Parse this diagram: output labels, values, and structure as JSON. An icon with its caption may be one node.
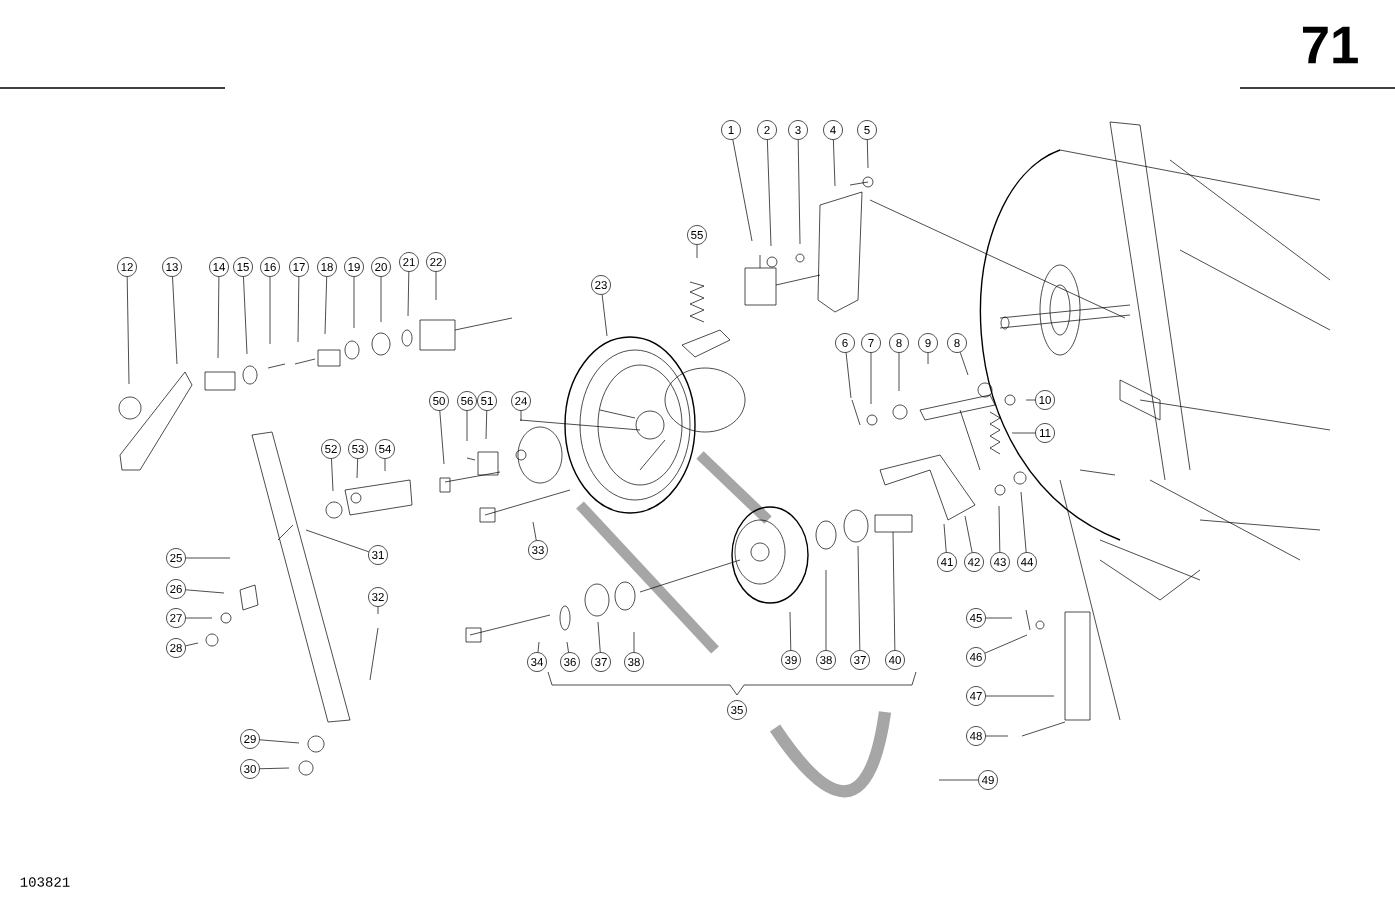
{
  "diagram": {
    "nodes": [
      {
        "text": [
          "1"
        ]
      },
      {
        "text": [
          "2"
        ]
      },
      {
        "text": [
          "3"
        ]
      },
      {
        "text": [
          "4"
        ]
      },
      {
        "text": [
          "5"
        ]
      },
      {
        "text": [
          "12"
        ]
      },
      {
        "text": [
          "13"
        ]
      },
      {
        "text": [
          "14"
        ]
      },
      {
        "text": [
          "15"
        ]
      },
      {
        "text": [
          "16"
        ]
      },
      {
        "text": [
          "17"
        ]
      },
      {
        "text": [
          "18"
        ]
      },
      {
        "text": [
          "19"
        ]
      },
      {
        "text": [
          "20"
        ]
      },
      {
        "text": [
          "21"
        ]
      },
      {
        "text": [
          "22"
        ]
      },
      {
        "text": [
          "55"
        ]
      },
      {
        "text": [
          "23"
        ]
      },
      {
        "text": [
          "6"
        ]
      },
      {
        "text": [
          "7"
        ]
      },
      {
        "text": [
          "8"
        ]
      },
      {
        "text": [
          "9"
        ]
      },
      {
        "text": [
          "8"
        ]
      },
      {
        "text": [
          "10"
        ]
      },
      {
        "text": [
          "11"
        ]
      },
      {
        "text": [
          "50"
        ]
      },
      {
        "text": [
          "56"
        ]
      },
      {
        "text": [
          "51"
        ]
      },
      {
        "text": [
          "24"
        ]
      },
      {
        "text": [
          "52"
        ]
      },
      {
        "text": [
          "53"
        ]
      },
      {
        "text": [
          "54"
        ]
      },
      {
        "text": [
          "33"
        ]
      },
      {
        "text": [
          "25"
        ]
      },
      {
        "text": [
          "31"
        ]
      },
      {
        "text": [
          "26"
        ]
      },
      {
        "text": [
          "27"
        ]
      },
      {
        "text": [
          "28"
        ]
      },
      {
        "text": [
          "32"
        ]
      },
      {
        "text": [
          "41"
        ]
      },
      {
        "text": [
          "42"
        ]
      },
      {
        "text": [
          "43"
        ]
      },
      {
        "text": [
          "44"
        ]
      },
      {
        "text": [
          "45"
        ]
      },
      {
        "text": [
          "46"
        ]
      },
      {
        "text": [
          "34"
        ]
      },
      {
        "text": [
          "36"
        ]
      },
      {
        "text": [
          "37"
        ]
      },
      {
        "text": [
          "38"
        ]
      },
      {
        "text": [
          "39"
        ]
      },
      {
        "text": [
          "38"
        ]
      },
      {
        "text": [
          "37"
        ]
      },
      {
        "text": [
          "40"
        ]
      },
      {
        "text": [
          "47"
        ]
      },
      {
        "text": [
          "35"
        ]
      },
      {
        "text": [
          "48"
        ]
      },
      {
        "text": [
          "29"
        ]
      },
      {
        "text": [
          "30"
        ]
      },
      {
        "text": [
          "49"
        ]
      }
    ],
    "edges": [
      {
        "from": 0,
        "to": null,
        "arrow": "none"
      },
      {
        "from": 1,
        "to": null,
        "arrow": "none"
      },
      {
        "from": 2,
        "to": null,
        "arrow": "none"
      },
      {
        "from": 3,
        "to": null,
        "arrow": "none"
      },
      {
        "from": 4,
        "to": null,
        "arrow": "none"
      },
      {
        "from": 5,
        "to": null,
        "arrow": "none"
      },
      {
        "from": 6,
        "to": null,
        "arrow": "none"
      },
      {
        "from": 7,
        "to": null,
        "arrow": "none"
      },
      {
        "from": 8,
        "to": null,
        "arrow": "none"
      },
      {
        "from": 9,
        "to": null,
        "arrow": "none"
      },
      {
        "from": 10,
        "to": null,
        "arrow": "none"
      },
      {
        "from": 11,
        "to": null,
        "arrow": "none"
      },
      {
        "from": 12,
        "to": null,
        "arrow": "none"
      },
      {
        "from": 13,
        "to": null,
        "arrow": "none"
      },
      {
        "from": 14,
        "to": null,
        "arrow": "none"
      },
      {
        "from": 15,
        "to": null,
        "arrow": "none"
      },
      {
        "from": 16,
        "to": null,
        "arrow": "none"
      },
      {
        "from": 17,
        "to": null,
        "arrow": "none"
      },
      {
        "from": 18,
        "to": null,
        "arrow": "none"
      },
      {
        "from": 19,
        "to": null,
        "arrow": "none"
      },
      {
        "from": 20,
        "to": null,
        "arrow": "none"
      },
      {
        "from": 21,
        "to": null,
        "arrow": "none"
      },
      {
        "from": 22,
        "to": null,
        "arrow": "none"
      },
      {
        "from": 23,
        "to": null,
        "arrow": "none"
      },
      {
        "from": 24,
        "to": null,
        "arrow": "none"
      },
      {
        "from": 25,
        "to": null,
        "arrow": "none"
      },
      {
        "from": 26,
        "to": null,
        "arrow": "none"
      },
      {
        "from": 27,
        "to": null,
        "arrow": "none"
      },
      {
        "from": 28,
        "to": null,
        "arrow": "none"
      },
      {
        "from": 29,
        "to": null,
        "arrow": "none"
      },
      {
        "from": 30,
        "to": null,
        "arrow": "none"
      },
      {
        "from": 31,
        "to": null,
        "arrow": "none"
      },
      {
        "from": 32,
        "to": null,
        "arrow": "none"
      },
      {
        "from": 33,
        "to": null,
        "arrow": "none"
      },
      {
        "from": 34,
        "to": null,
        "arrow": "none"
      },
      {
        "from": 35,
        "to": null,
        "arrow": "none"
      },
      {
        "from": 36,
        "to": null,
        "arrow": "none"
      },
      {
        "from": 37,
        "to": null,
        "arrow": "none"
      },
      {
        "from": 38,
        "to": null,
        "arrow": "none"
      },
      {
        "from": 39,
        "to": null,
        "arrow": "none"
      },
      {
        "from": 40,
        "to": null,
        "arrow": "none"
      },
      {
        "from": 41,
        "to": null,
        "arrow": "none"
      },
      {
        "from": 42,
        "to": null,
        "arrow": "none"
      },
      {
        "from": 43,
        "to": null,
        "arrow": "none"
      },
      {
        "from": 44,
        "to": null,
        "arrow": "none"
      },
      {
        "from": 45,
        "to": null,
        "arrow": "none"
      },
      {
        "from": 46,
        "to": null,
        "arrow": "none"
      },
      {
        "from": 47,
        "to": null,
        "arrow": "none"
      },
      {
        "from": 48,
        "to": null,
        "arrow": "none"
      },
      {
        "from": 49,
        "to": null,
        "arrow": "none"
      },
      {
        "from": 50,
        "to": null,
        "arrow": "none"
      },
      {
        "from": 51,
        "to": null,
        "arrow": "none"
      },
      {
        "from": 52,
        "to": null,
        "arrow": "none"
      },
      {
        "from": 53,
        "to": null,
        "arrow": "none"
      },
      {
        "from": 55,
        "to": null,
        "arrow": "none"
      },
      {
        "from": 56,
        "to": null,
        "arrow": "none"
      },
      {
        "from": 57,
        "to": null,
        "arrow": "none"
      },
      {
        "from": 58,
        "to": null,
        "arrow": "none"
      }
    ],
    "labels": [
      "71",
      "103821"
    ]
  }
}
